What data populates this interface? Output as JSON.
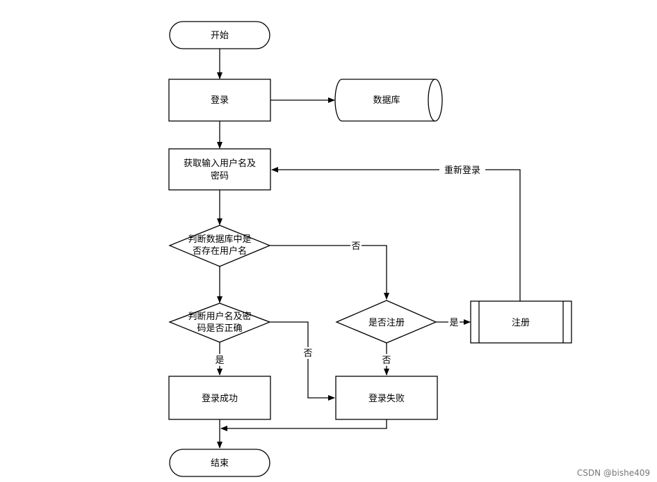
{
  "nodes": {
    "start": "开始",
    "login": "登录",
    "database": "数据库",
    "get_input_line1": "获取输入用户名及",
    "get_input_line2": "密码",
    "check_user_line1": "判断数据库中是",
    "check_user_line2": "否存在用户名",
    "check_pwd_line1": "判断用户名及密",
    "check_pwd_line2": "码是否正确",
    "ask_register": "是否注册",
    "register": "注册",
    "login_success": "登录成功",
    "login_fail": "登录失败",
    "end": "结束"
  },
  "edges": {
    "relogin": "重新登录",
    "user_not_exist": "否",
    "pwd_wrong": "否",
    "pwd_correct": "是",
    "want_register": "是",
    "no_register": "否"
  },
  "watermark": "CSDN @bishe409"
}
